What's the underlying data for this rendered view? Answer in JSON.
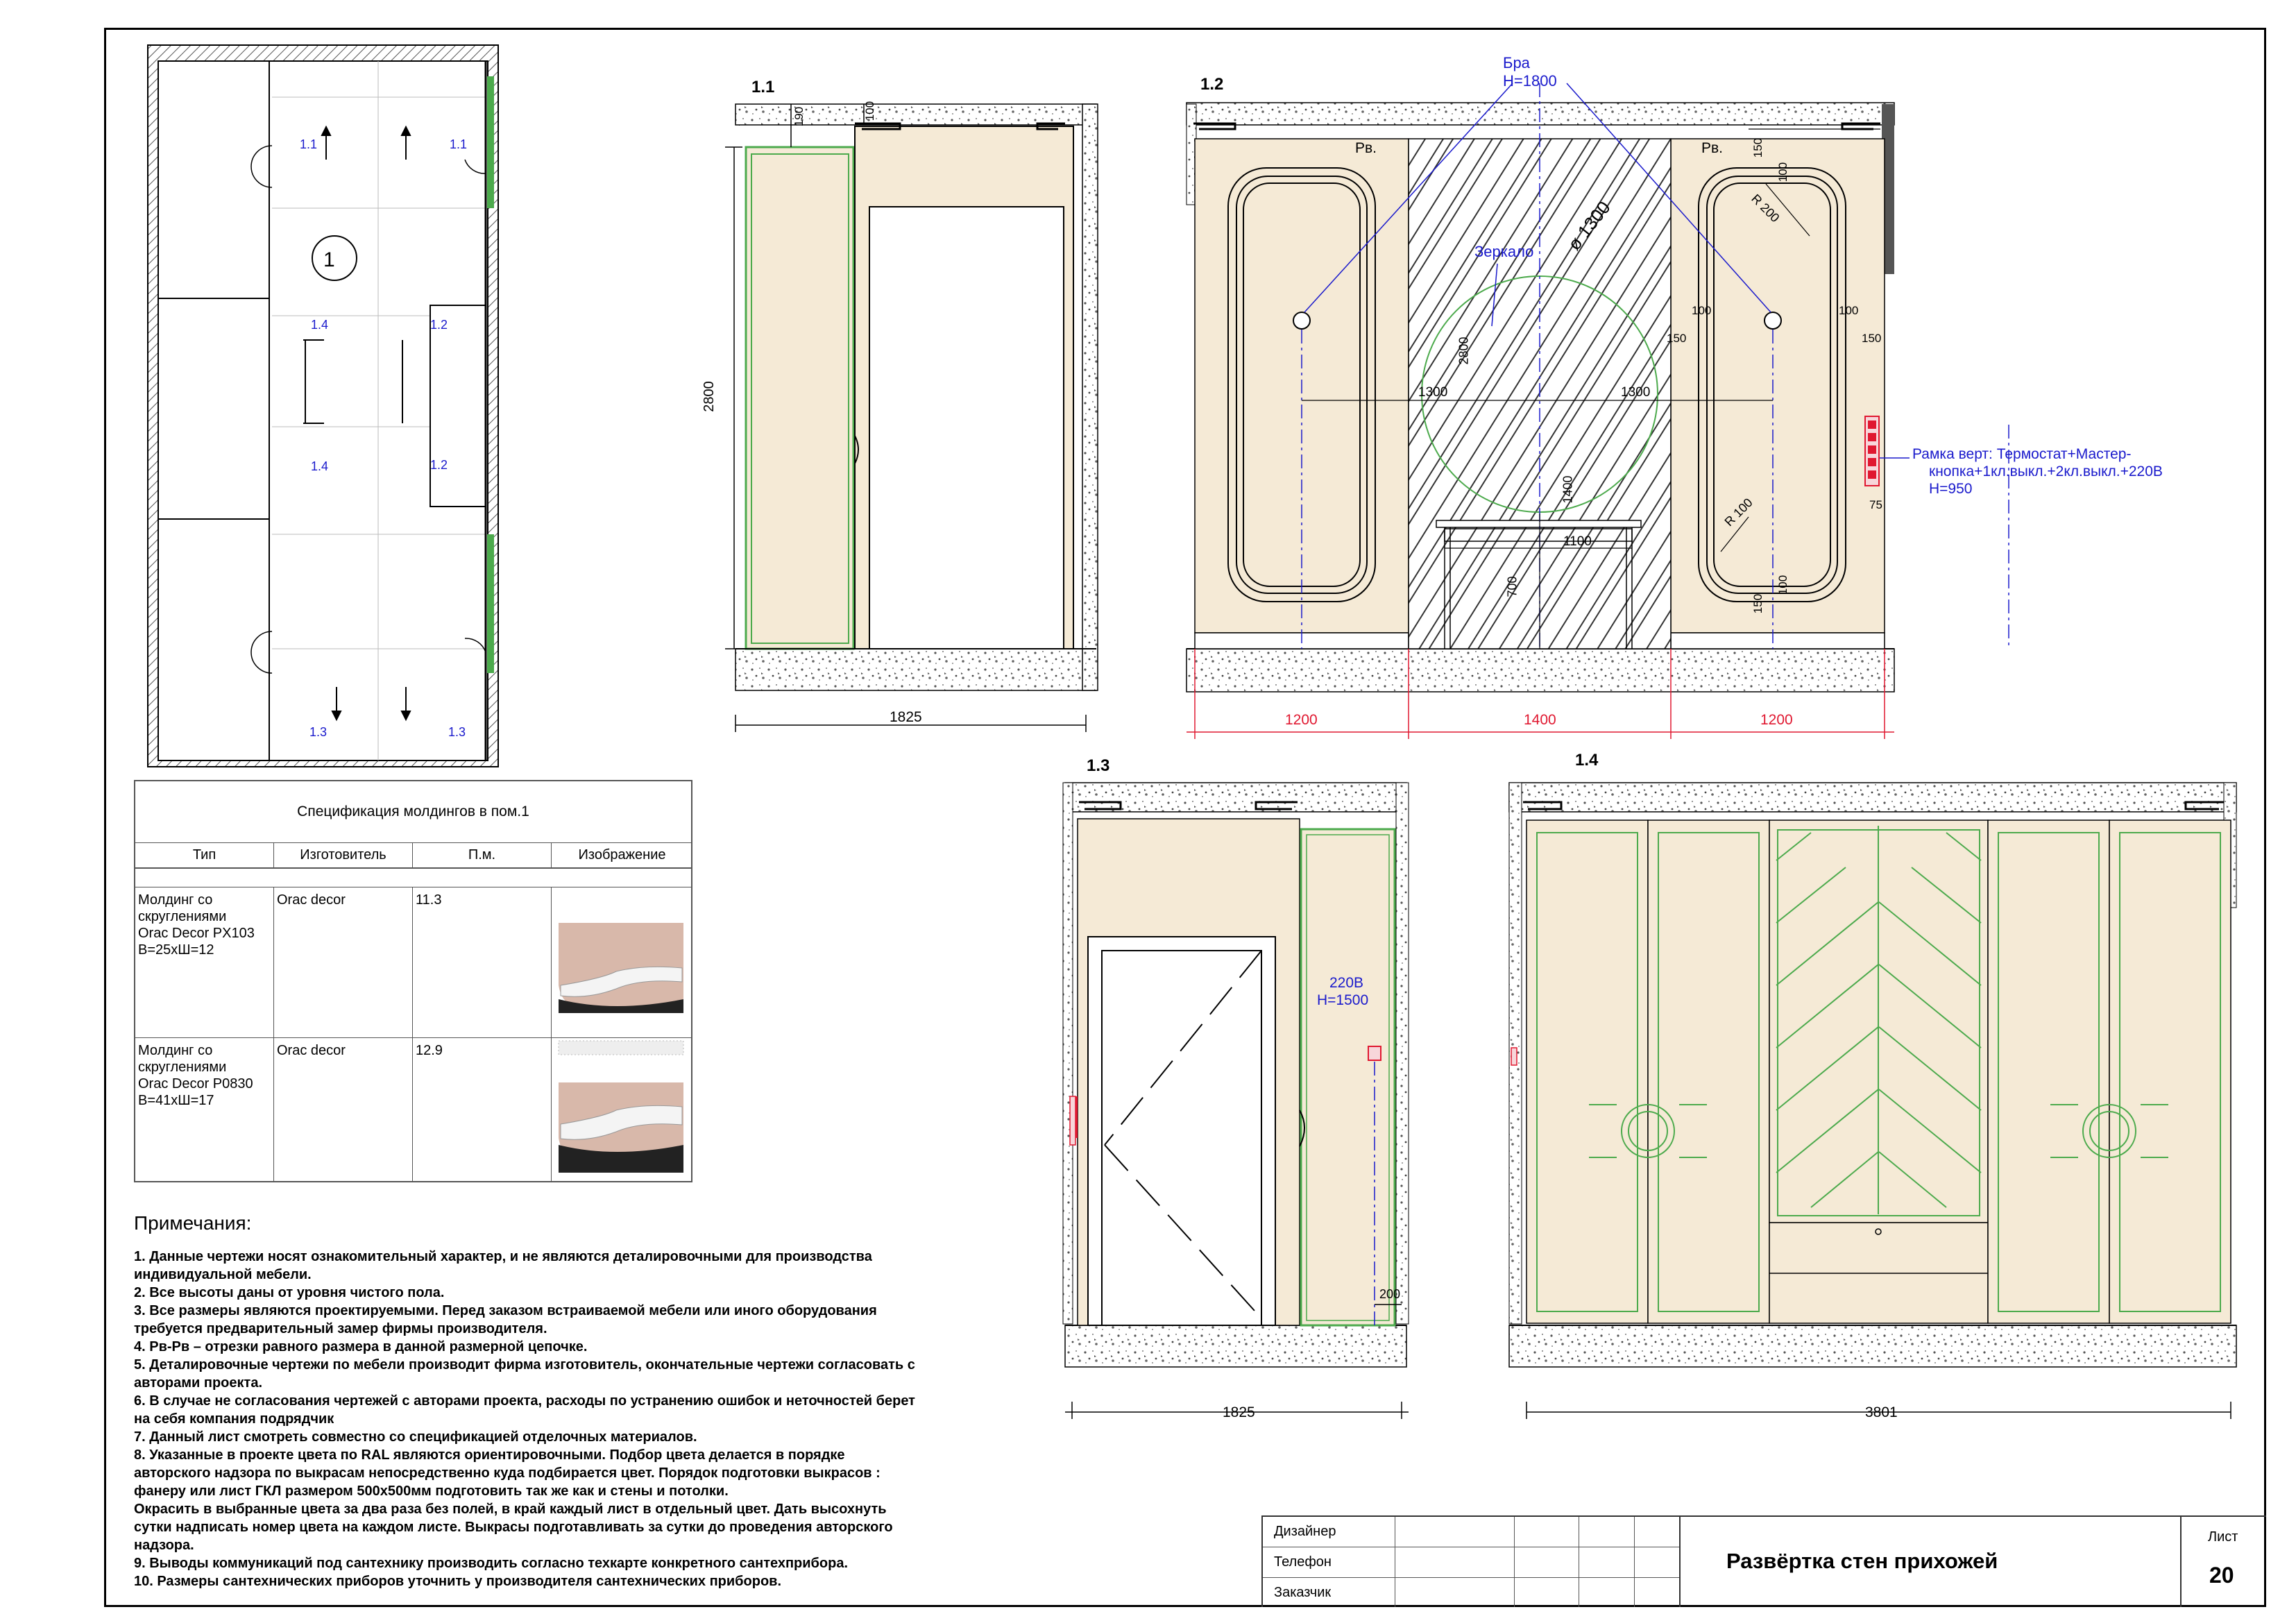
{
  "sheet": {
    "title": "Развёртка стен прихожей",
    "sheet_label": "Лист",
    "sheet_number": "20",
    "rows": [
      "Дизайнер",
      "Телефон",
      "Заказчик"
    ]
  },
  "plan": {
    "room_number": "1",
    "view_marks": [
      "1.1",
      "1.1",
      "1.4",
      "1.2",
      "1.4",
      "1.2",
      "1.3",
      "1.3"
    ]
  },
  "elev_1_1": {
    "label": "1.1",
    "dims": {
      "height": "2800",
      "width": "1825",
      "top1": "190",
      "top2": "100"
    }
  },
  "elev_1_2": {
    "label": "1.2",
    "sconce_label": "Бра",
    "sconce_height": "H=1800",
    "mirror_label": "Зеркало",
    "mirror_dia": "ø 1300",
    "rv_left": "Рв.",
    "rv_right": "Рв.",
    "dims": {
      "h2800": "2800",
      "h1400": "1400",
      "h700": "700",
      "w1300a": "1300",
      "w1300b": "1300",
      "w1100": "1100",
      "d150a": "150",
      "d100a": "100",
      "r200": "R 200",
      "d100b": "100",
      "d150b": "150",
      "d100c": "100",
      "d150c": "150",
      "r100": "R 100",
      "d150d": "150",
      "d100d": "100",
      "d75": "75"
    },
    "frame_note_l1": "Рамка верт: Термостат+Мастер-",
    "frame_note_l2": "кнопка+1кл.выкл.+2кл.выкл.+220В",
    "frame_note_l3": "H=950",
    "bottom_dims": [
      "1200",
      "1400",
      "1200"
    ]
  },
  "elev_1_3": {
    "label": "1.3",
    "socket_label": "220В",
    "socket_height": "H=1500",
    "dim_200": "200",
    "dim_width": "1825"
  },
  "elev_1_4": {
    "label": "1.4",
    "dim_width": "3801"
  },
  "spec_table": {
    "title": "Спецификация молдингов в пом.1",
    "headers": [
      "Тип",
      "Изготовитель",
      "П.м.",
      "Изображение"
    ],
    "rows": [
      {
        "type_lines": [
          "Молдинг со",
          "скруглениями",
          "Orac Decor PX103",
          "В=25хШ=12"
        ],
        "maker": "Orac decor",
        "length": "11.3"
      },
      {
        "type_lines": [
          "Молдинг со",
          "скруглениями",
          "Orac Decor P0830",
          "В=41хШ=17"
        ],
        "maker": "Orac decor",
        "length": "12.9"
      }
    ]
  },
  "notes": {
    "heading": "Примечания:",
    "items": [
      "1. Данные чертежи носят ознакомительный характер, и не являются деталировочными для производства",
      "индивидуальной мебели.",
      "2. Все высоты даны от уровня чистого пола.",
      "3. Все размеры являются проектируемыми. Перед заказом встраиваемой мебели или иного оборудования",
      "требуется предварительный замер фирмы производителя.",
      "4. Рв-Рв – отрезки равного размера в данной размерной цепочке.",
      "5. Деталировочные чертежи по мебели производит фирма изготовитель, окончательные чертежи согласовать с",
      "авторами проекта.",
      "6. В случае не согласования чертежей с авторами проекта, расходы по устранению ошибок и неточностей берет",
      "на себя компания подрядчик",
      "7. Данный лист смотреть совместно со спецификацией отделочных материалов.",
      "8. Указанные в проекте цвета по RAL являются ориентировочными. Подбор цвета делается в порядке",
      "авторского надзора по выкрасам непосредственно куда подбирается цвет. Порядок подготовки выкрасов :",
      "фанеру или лист ГКЛ размером 500х500мм подготовить так же как и стены и потолки.",
      "Окрасить в выбранные цвета за два раза без полей, в край каждый лист в отдельный цвет. Дать высохнуть",
      "сутки надписать номер цвета на каждом листе. Выкрасы подготавливать за сутки до проведения авторского",
      "надзора.",
      "9. Выводы коммуникаций под сантехнику производить согласно техкарте конкретного сантехприбора.",
      "10. Размеры сантехнических приборов уточнить у производителя сантехнических приборов."
    ]
  },
  "colors": {
    "panel": "#f5ead6",
    "molding": "#4caa4c",
    "dimension_red": "#e01830",
    "annotation_blue": "#1a1acc"
  }
}
